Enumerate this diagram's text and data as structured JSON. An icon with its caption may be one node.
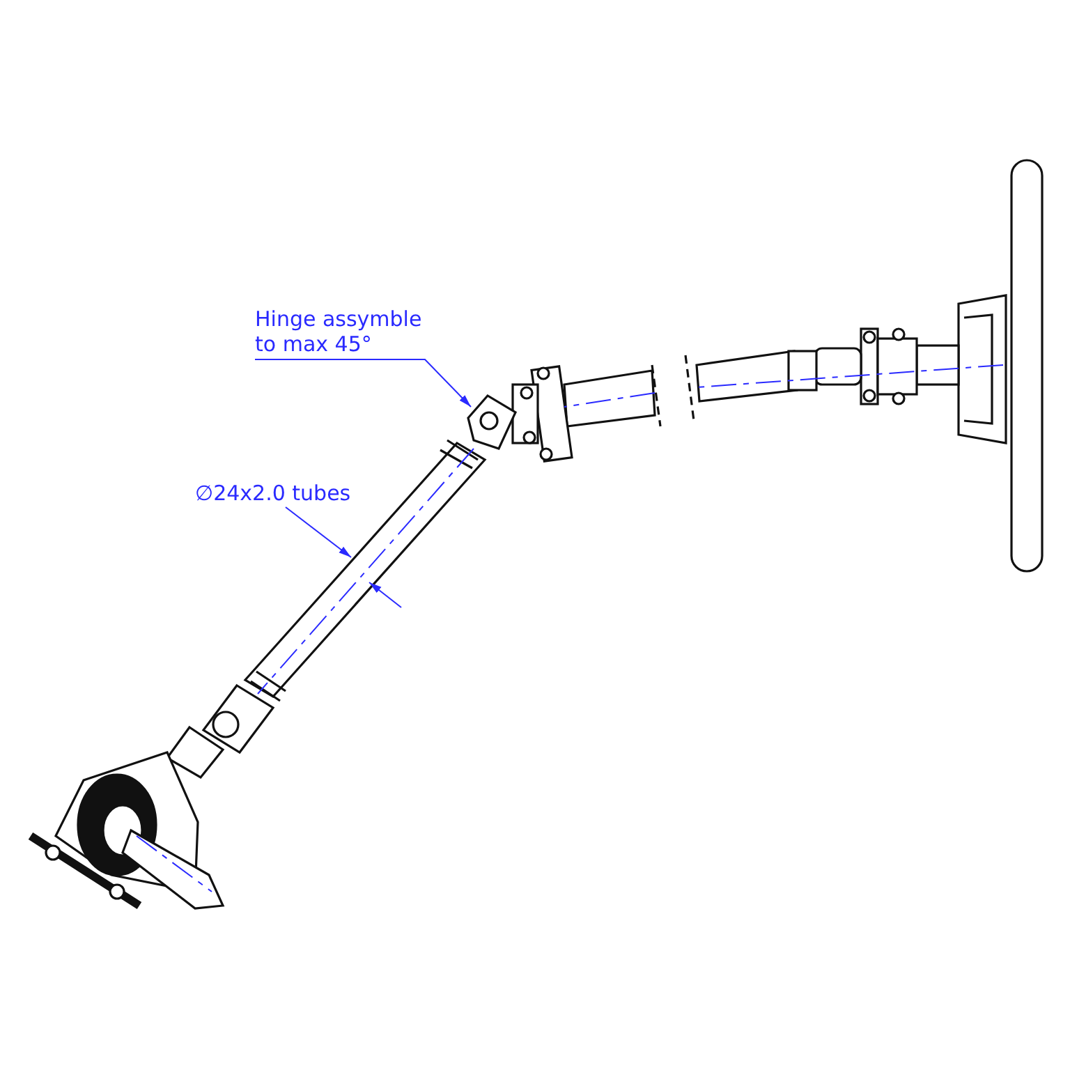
{
  "diagram": {
    "nodes": [
      {
        "text": [
          "Hinge assymble to max 45°"
        ]
      },
      {
        "text": [],
        "shape": "picture"
      }
    ],
    "edges": [
      {
        "from": 0,
        "to": 1,
        "arrow": "to"
      }
    ],
    "labels": [
      "∅24x2.0 tubes"
    ]
  }
}
